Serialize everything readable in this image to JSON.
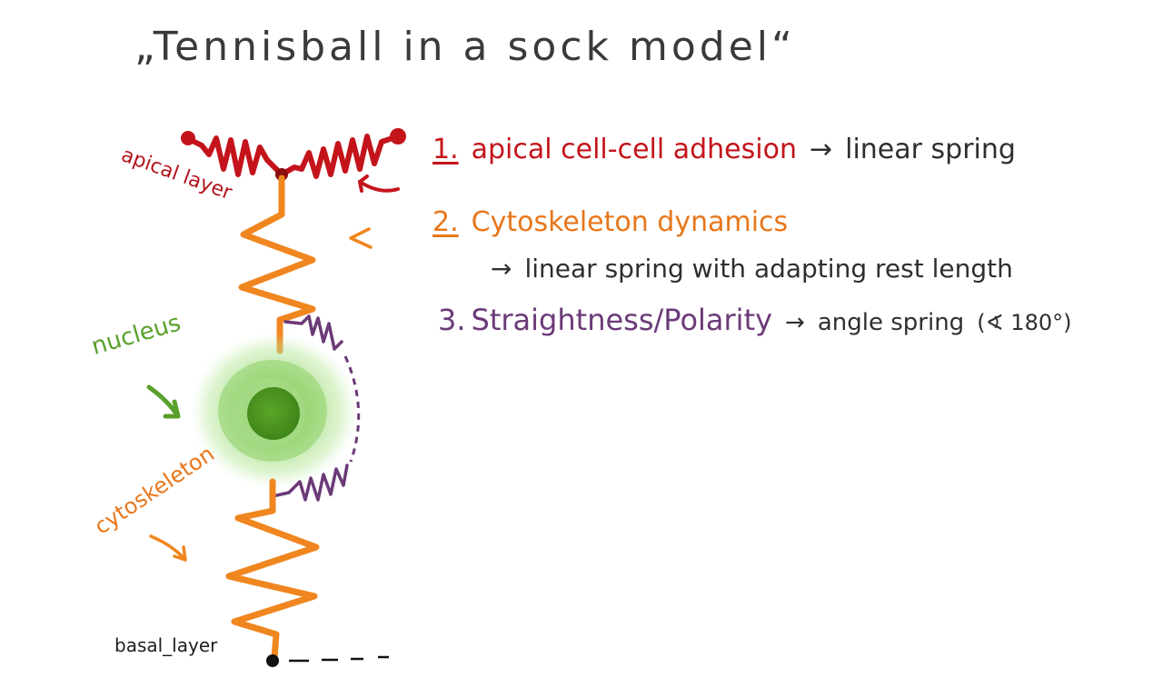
{
  "title": "„Tennisball in a sock model“",
  "legend": {
    "item1": {
      "number": "1.",
      "text": "apical cell-cell adhesion",
      "arrow": "→",
      "result": "linear spring"
    },
    "item2": {
      "number": "2.",
      "text": "Cytoskeleton dynamics",
      "arrow": "→",
      "result": "linear spring with adapting rest length"
    },
    "item3": {
      "number": "3.",
      "text": "Straightness/Polarity",
      "arrow": "→",
      "result": "angle spring",
      "note": "(∢ 180°)"
    }
  },
  "labels": {
    "apical": "apical layer",
    "nucleus": "nucleus",
    "cytoskeleton": "cytoskeleton",
    "basal": "basal_layer"
  },
  "colors": {
    "apical": "#c4141b",
    "cytoskeleton": "#f0861f",
    "nucleus": "#4f9a1f",
    "nucleus_glow": "#8fd46a",
    "polarity": "#6b3a78",
    "ink": "#2f2f2f"
  }
}
